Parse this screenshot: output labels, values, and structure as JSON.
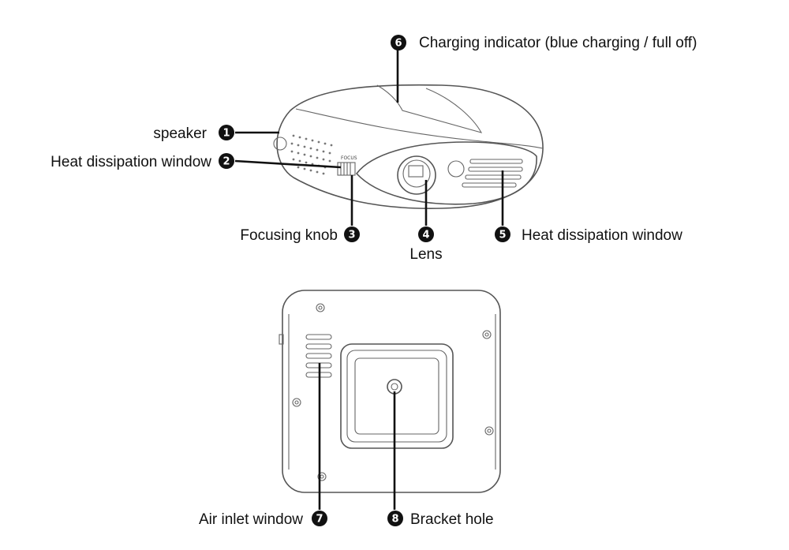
{
  "callouts": [
    {
      "number": "1",
      "label": "speaker"
    },
    {
      "number": "2",
      "label": "Heat dissipation window"
    },
    {
      "number": "3",
      "label": "Focusing knob"
    },
    {
      "number": "4",
      "label": "Lens"
    },
    {
      "number": "5",
      "label": "Heat dissipation window"
    },
    {
      "number": "6",
      "label": "Charging indicator (blue charging / full off)"
    },
    {
      "number": "7",
      "label": "Air inlet window"
    },
    {
      "number": "8",
      "label": "Bracket hole"
    }
  ],
  "device": {
    "focus_text": "FOCUS"
  }
}
